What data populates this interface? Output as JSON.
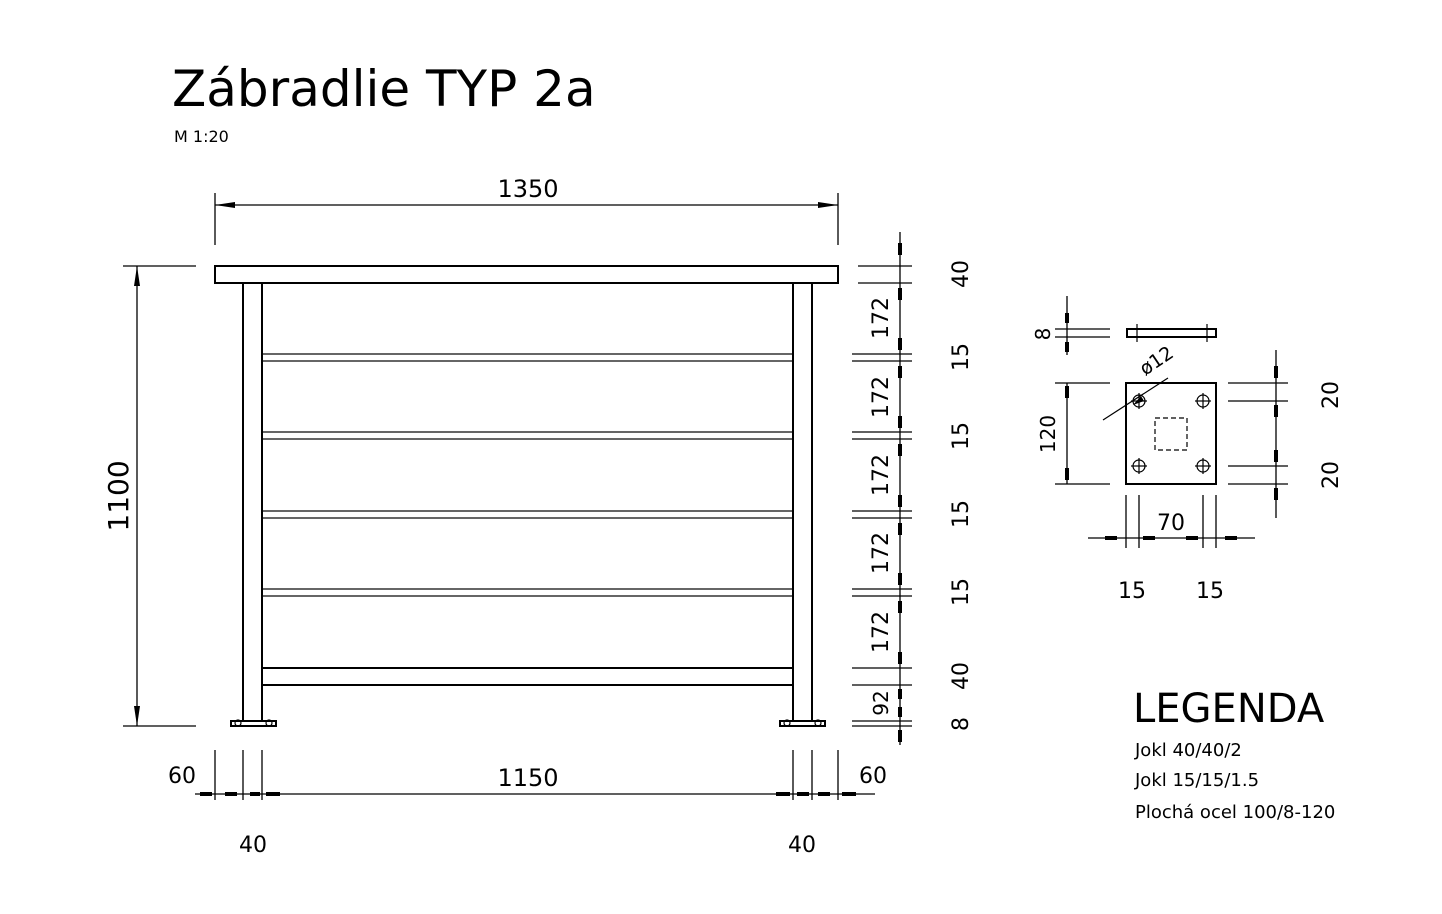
{
  "drawing": {
    "title": "Zábradlie TYP 2a",
    "scale": "M 1:20"
  },
  "elevation": {
    "overall_width": "1350",
    "overall_height": "1100",
    "clear_span": "1150",
    "edge_left": "60",
    "edge_right": "60",
    "post_left": "40",
    "post_right": "40",
    "vertical_dims": [
      {
        "value": "40"
      },
      {
        "value": "172"
      },
      {
        "value": "15"
      },
      {
        "value": "172"
      },
      {
        "value": "15"
      },
      {
        "value": "172"
      },
      {
        "value": "15"
      },
      {
        "value": "172"
      },
      {
        "value": "15"
      },
      {
        "value": "172"
      },
      {
        "value": "40"
      },
      {
        "value": "92"
      },
      {
        "value": "8"
      }
    ]
  },
  "base_plate": {
    "thickness": "8",
    "hole_diameter": "ø12",
    "plate_size": "120",
    "hole_offset_top": "20",
    "hole_offset_bottom": "20",
    "hole_spacing": "70",
    "hole_edge_left": "15",
    "hole_edge_right": "15"
  },
  "legend": {
    "heading": "LEGENDA",
    "items": [
      "Jokl 40/40/2",
      "Jokl 15/15/1.5",
      "Plochá ocel 100/8-120"
    ]
  }
}
